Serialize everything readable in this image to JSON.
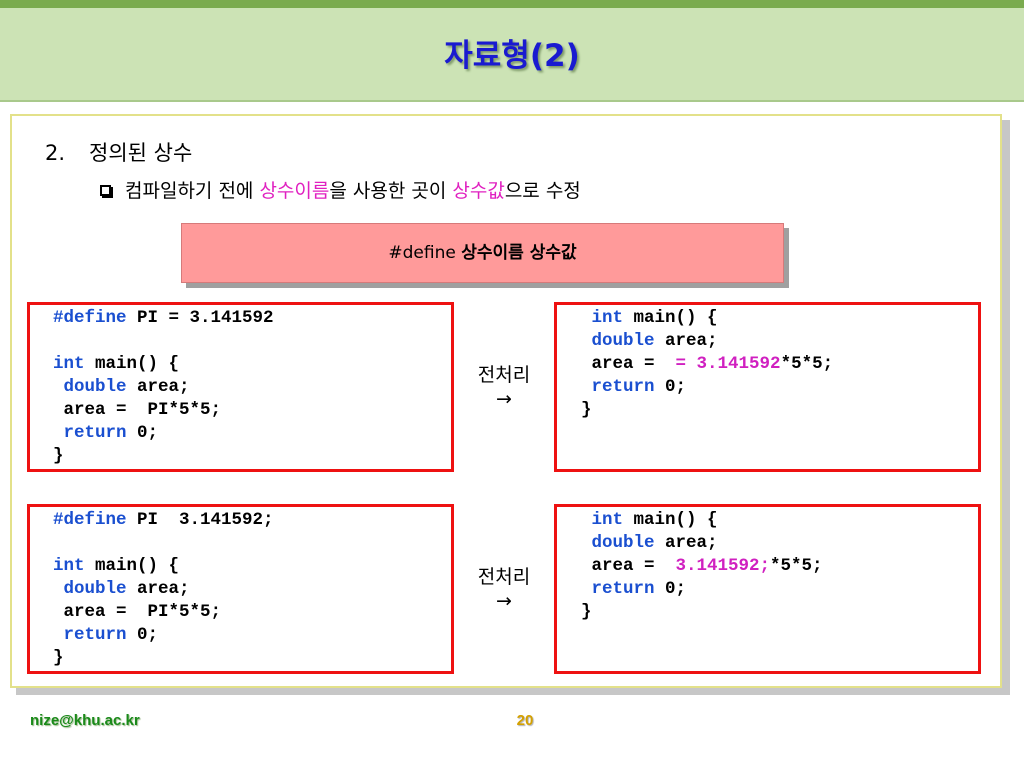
{
  "slide": {
    "title": "자료형(2)",
    "heading_number": "2.",
    "heading_text": "정의된 상수",
    "bullet": {
      "text_a": "컴파일하기 전에 ",
      "highlight_a": "상수이름",
      "text_b": "을 사용한 곳이 ",
      "highlight_b": "상수값",
      "text_c": "으로 수정"
    },
    "syntax": {
      "prefix": "#define ",
      "bold": "상수이름 상수값"
    },
    "arrow_label_1": "전처리",
    "arrow_1": "→",
    "arrow_label_2": "전처리",
    "arrow_2": "→",
    "code": {
      "kw_define": "#define",
      "kw_int": "int",
      "kw_double": "double",
      "kw_return": "return",
      "box1_define_rest": " PI = 3.141592",
      "box3_define_rest": " PI  3.141592;",
      "main_sig": " main() {",
      "decl_rest": " area;",
      "assign_pi": "area =  PI*5*5;",
      "return_rest": " 0;",
      "close": "}",
      "assign_prefix": "area =  ",
      "box2_value": "= 3.141592",
      "box4_value": "3.141592;",
      "assign_suffix": "*5*5;"
    }
  },
  "footer": {
    "email": "nize@khu.ac.kr",
    "page": "20"
  },
  "colors": {
    "title": "#1a1ad0",
    "keyword": "#1a4fd0",
    "highlight": "#e020c0",
    "code_border": "#ee1111",
    "syntax_box": "#ff9a9a",
    "header_bg": "#cce3b5"
  }
}
